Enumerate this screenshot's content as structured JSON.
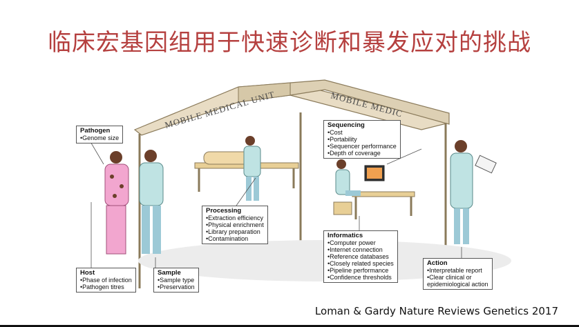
{
  "title": "临床宏基因组用于快速诊断和暴发应对的挑战",
  "figure": {
    "tent_signs": [
      "MOBILE MEDICAL UNIT",
      "MOBILE MEDIC"
    ],
    "labels": {
      "pathogen": {
        "heading": "Pathogen",
        "items": [
          "Genome size"
        ]
      },
      "sequencing": {
        "heading": "Sequencing",
        "items": [
          "Cost",
          "Portability",
          "Sequencer performance",
          "Depth of coverage"
        ]
      },
      "processing": {
        "heading": "Processing",
        "items": [
          "Extraction efficiency",
          "Physical enrichment",
          "Library preparation",
          "Contamination"
        ]
      },
      "informatics": {
        "heading": "Informatics",
        "items": [
          "Computer power",
          "Internet connection",
          "Reference databases",
          "Closely related species",
          "Pipeline performance",
          "Confidence thresholds"
        ]
      },
      "host": {
        "heading": "Host",
        "items": [
          "Phase of infection",
          "Pathogen titres"
        ]
      },
      "sample": {
        "heading": "Sample",
        "items": [
          "Sample type",
          "Preservation"
        ]
      },
      "action": {
        "heading": "Action",
        "items": [
          "Interpretable report",
          "Clear clinical or",
          "epidemiological action"
        ]
      }
    }
  },
  "citation": "Loman & Gardy Nature Reviews Genetics 2017",
  "colors": {
    "title": "#b5403f",
    "tent": "#e8dcc4",
    "coat": "#bfe3e3",
    "skin": "#6b3f2a"
  }
}
